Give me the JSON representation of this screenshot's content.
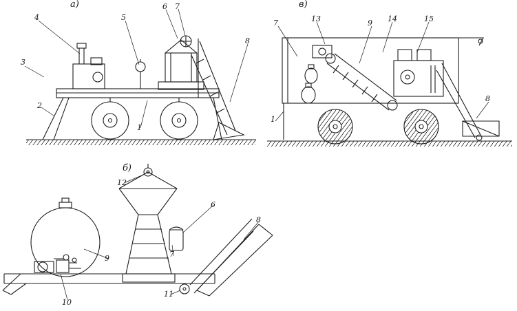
{
  "page": {
    "background": "#ffffff",
    "ink": "#1c1c1c",
    "description_visible_text_only": true
  },
  "figure": {
    "panels": [
      {
        "id": "panel-a",
        "label": "а)",
        "callouts": [
          {
            "text": "4"
          },
          {
            "text": "5"
          },
          {
            "text": "6"
          },
          {
            "text": "7"
          },
          {
            "text": "8"
          },
          {
            "text": "3"
          },
          {
            "text": "2"
          },
          {
            "text": "1"
          }
        ]
      },
      {
        "id": "panel-v",
        "label": "в)",
        "callouts": [
          {
            "text": "7"
          },
          {
            "text": "13"
          },
          {
            "text": "9"
          },
          {
            "text": "14"
          },
          {
            "text": "15"
          },
          {
            "text": "8"
          },
          {
            "text": "1"
          }
        ]
      },
      {
        "id": "panel-b",
        "label": "б)",
        "callouts": [
          {
            "text": "12"
          },
          {
            "text": "6"
          },
          {
            "text": "8"
          },
          {
            "text": "9"
          },
          {
            "text": "7"
          },
          {
            "text": "10"
          },
          {
            "text": "11"
          }
        ]
      }
    ]
  }
}
